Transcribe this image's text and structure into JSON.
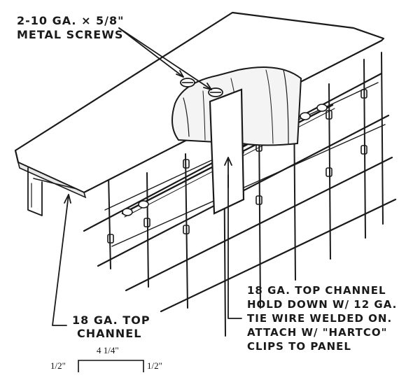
{
  "labels": {
    "screws": [
      "2-10 GA. × 5/8\"",
      "METAL SCREWS"
    ],
    "top_channel": [
      "18 GA. TOP",
      "CHANNEL"
    ],
    "hold_down": [
      "18 GA. TOP CHANNEL",
      "HOLD DOWN W/ 12 GA.",
      "TIE WIRE WELDED ON.",
      "ATTACH W/ \"HARTCO\"",
      "CLIPS TO PANEL"
    ]
  },
  "profile_dims": {
    "width": "4 1/4\"",
    "left_leg": "1/2\"",
    "right_leg": "1/2\""
  }
}
